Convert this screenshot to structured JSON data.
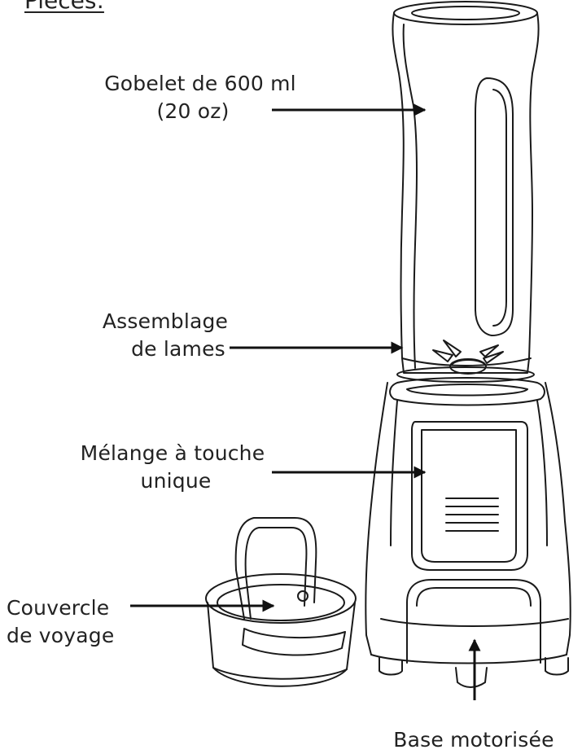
{
  "section_title": "Pièces:",
  "labels": {
    "cup": [
      "Gobelet de 600 ml",
      "(20 oz)"
    ],
    "blade": [
      "Assemblage",
      "de lames"
    ],
    "button": [
      "Mélange à touche",
      "unique"
    ],
    "lid": [
      "Couvercle",
      "de voyage"
    ],
    "base": [
      "Base motorisée"
    ]
  },
  "colors": {
    "line": "#111111",
    "text": "#222222",
    "background": "#ffffff"
  },
  "icons": [
    "arrow-icon"
  ]
}
